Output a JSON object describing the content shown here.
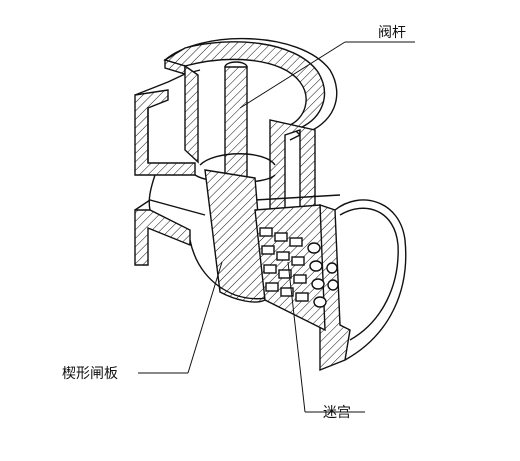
{
  "labels": {
    "valve_stem": "阀杆",
    "wedge_gate": "楔形闸板",
    "labyrinth": "迷宫"
  },
  "colors": {
    "line": "#111111",
    "background": "#ffffff"
  }
}
